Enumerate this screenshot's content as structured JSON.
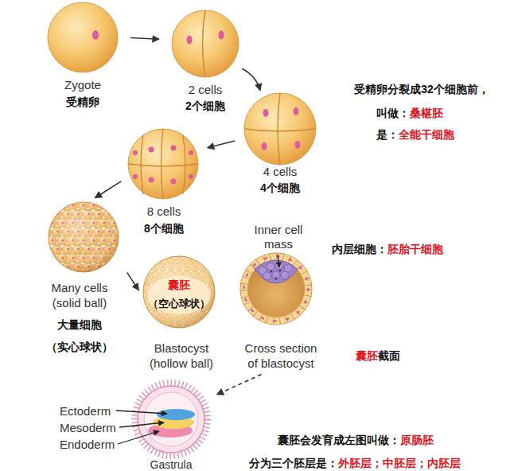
{
  "diagram": {
    "nodes": [
      {
        "text": [
          "Zygote",
          "受精卵"
        ]
      },
      {
        "text": [
          "2 cells",
          "2个细胞"
        ]
      },
      {
        "text": [
          "4 cells",
          "4个细胞"
        ]
      },
      {
        "text": [
          "8 cells",
          "8个细胞"
        ]
      },
      {
        "text": [
          "Many cells (solid ball)",
          "大量细胞",
          "（实心球状）"
        ]
      },
      {
        "text": [
          "囊胚",
          "（空心球状）",
          "Blastocyst (hollow ball)"
        ]
      },
      {
        "text": [
          "Inner cell mass",
          "Cross section of blastocyst"
        ]
      },
      {
        "text": [
          "Gastrula"
        ]
      }
    ],
    "edges": [
      {
        "from": 0,
        "to": 1,
        "arrow": "to"
      },
      {
        "from": 1,
        "to": 2,
        "arrow": "to"
      },
      {
        "from": 2,
        "to": 3,
        "arrow": "to"
      },
      {
        "from": 3,
        "to": 4,
        "arrow": "to"
      },
      {
        "from": 4,
        "to": 5,
        "arrow": "to"
      },
      {
        "from": 6,
        "to": 7,
        "arrow": "to"
      }
    ],
    "labels": [
      "受精卵分裂成32个细胞前，",
      "叫做：",
      "桑椹胚",
      "是：",
      "全能干细胞",
      "内层细胞：",
      "胚胎干细胞",
      "囊胚",
      "截面",
      "囊胚会发育成左图叫做：",
      "原肠胚",
      "分为三个胚层是：",
      "外胚层；中胚层；内胚层",
      "Ectoderm",
      "Mesoderm",
      "Endoderm"
    ]
  }
}
